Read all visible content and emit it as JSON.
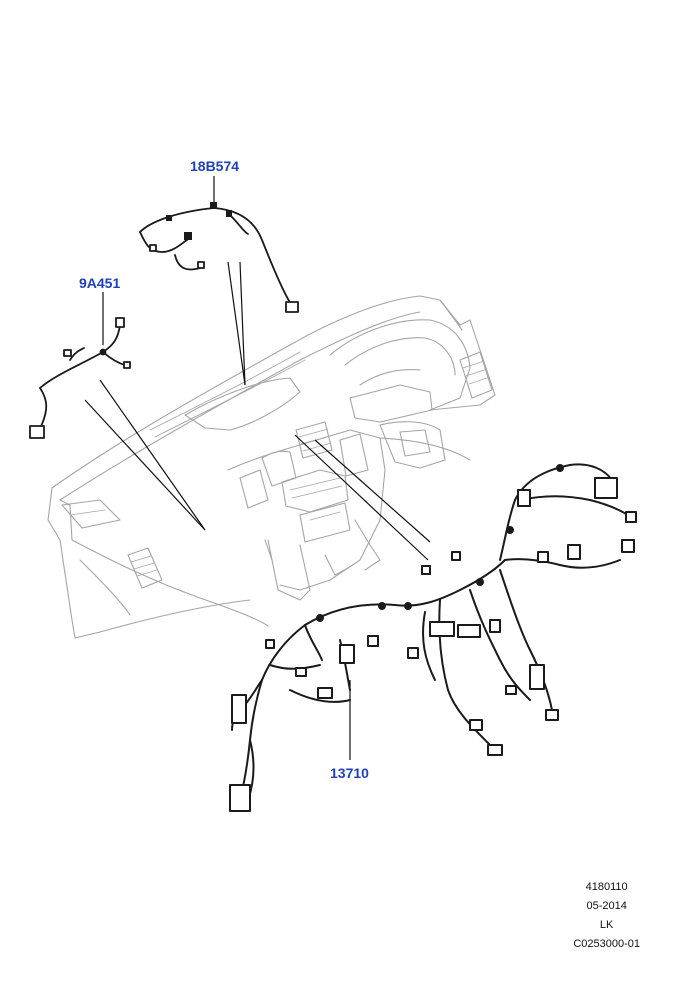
{
  "callouts": {
    "wiring_18b574": "18B574",
    "wiring_9a451": "9A451",
    "wiring_13710": "13710"
  },
  "footer": {
    "line1": "4180110",
    "line2": "05-2014",
    "line3": "LK",
    "line4": "C0253000-01"
  },
  "colors": {
    "callout": "#1f3fbf",
    "outline": "#9a9a9a",
    "harness": "#1a1a1a"
  }
}
